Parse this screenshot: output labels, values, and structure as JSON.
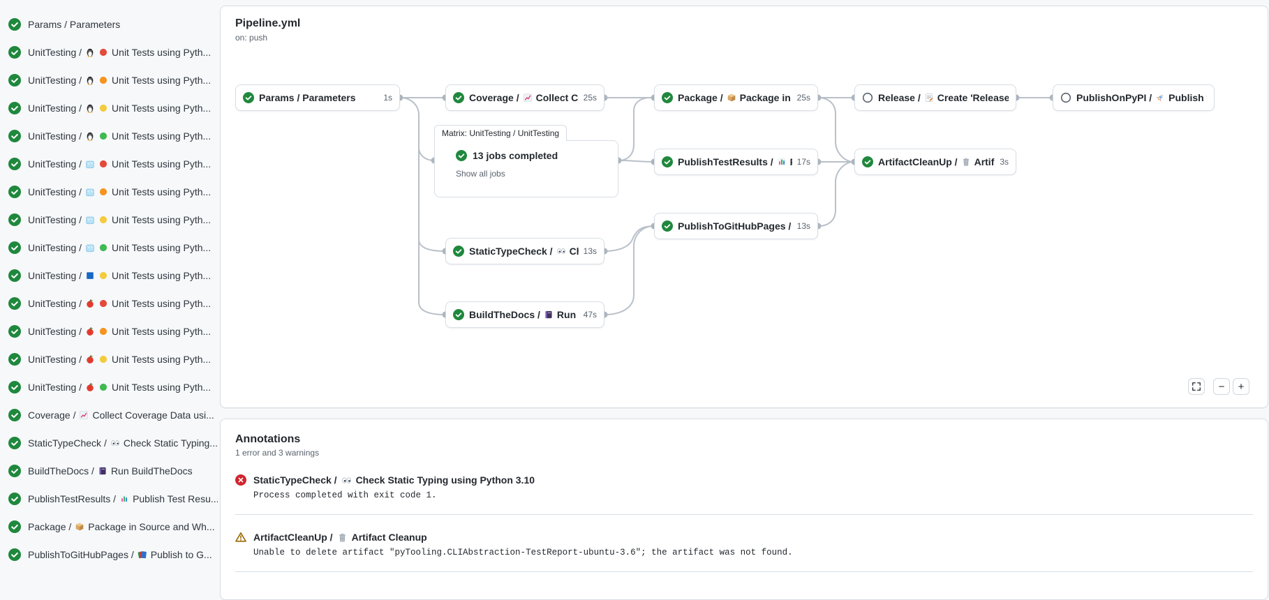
{
  "colors": {
    "success": "#1f883d",
    "skipped": "#59636e",
    "error": "#d1242f",
    "warning": "#9a6700",
    "edge": "#b9c0c9",
    "dot": "#aeb7c0",
    "red": "#e5493a",
    "orange": "#f7941d",
    "yellow": "#f4cb3b",
    "green": "#3fb950"
  },
  "sidebar": {
    "jobs": [
      {
        "before": "Params / Parameters",
        "icons": [],
        "after": ""
      },
      {
        "before": "UnitTesting /",
        "icons": [
          "penguin",
          "dot-red"
        ],
        "after": "Unit Tests using Pyth..."
      },
      {
        "before": "UnitTesting /",
        "icons": [
          "penguin",
          "dot-orange"
        ],
        "after": "Unit Tests using Pyth..."
      },
      {
        "before": "UnitTesting /",
        "icons": [
          "penguin",
          "dot-yellow"
        ],
        "after": "Unit Tests using Pyth..."
      },
      {
        "before": "UnitTesting /",
        "icons": [
          "penguin",
          "dot-green"
        ],
        "after": "Unit Tests using Pyth..."
      },
      {
        "before": "UnitTesting /",
        "icons": [
          "ice-cube",
          "dot-red"
        ],
        "after": "Unit Tests using Pyth..."
      },
      {
        "before": "UnitTesting /",
        "icons": [
          "ice-cube",
          "dot-orange"
        ],
        "after": "Unit Tests using Pyth..."
      },
      {
        "before": "UnitTesting /",
        "icons": [
          "ice-cube",
          "dot-yellow"
        ],
        "after": "Unit Tests using Pyth..."
      },
      {
        "before": "UnitTesting /",
        "icons": [
          "ice-cube",
          "dot-green"
        ],
        "after": "Unit Tests using Pyth..."
      },
      {
        "before": "UnitTesting /",
        "icons": [
          "windows",
          "dot-yellow"
        ],
        "after": "Unit Tests using Pyth..."
      },
      {
        "before": "UnitTesting /",
        "icons": [
          "apple",
          "dot-red"
        ],
        "after": "Unit Tests using Pyth..."
      },
      {
        "before": "UnitTesting /",
        "icons": [
          "apple",
          "dot-orange"
        ],
        "after": "Unit Tests using Pyth..."
      },
      {
        "before": "UnitTesting /",
        "icons": [
          "apple",
          "dot-yellow"
        ],
        "after": "Unit Tests using Pyth..."
      },
      {
        "before": "UnitTesting /",
        "icons": [
          "apple",
          "dot-green"
        ],
        "after": "Unit Tests using Pyth..."
      },
      {
        "before": "Coverage /",
        "icons": [
          "chart-increasing"
        ],
        "after": "Collect Coverage Data usi..."
      },
      {
        "before": "StaticTypeCheck /",
        "icons": [
          "eyes"
        ],
        "after": "Check Static Typing..."
      },
      {
        "before": "BuildTheDocs /",
        "icons": [
          "notebook"
        ],
        "after": "Run BuildTheDocs"
      },
      {
        "before": "PublishTestResults /",
        "icons": [
          "bar-chart"
        ],
        "after": "Publish Test Resu..."
      },
      {
        "before": "Package /",
        "icons": [
          "package"
        ],
        "after": "Package in Source and Wh..."
      },
      {
        "before": "PublishToGitHubPages /",
        "icons": [
          "books"
        ],
        "after": "Publish to G..."
      }
    ]
  },
  "pipeline": {
    "title": "Pipeline.yml",
    "trigger": "on: push",
    "matrix": {
      "tab": "Matrix: UnitTesting / UnitTesting",
      "summary": "13 jobs completed",
      "link": "Show all jobs"
    },
    "controls": {
      "zoom_out": "−",
      "zoom_in": "+"
    },
    "nodes": [
      {
        "id": "params",
        "status": "success",
        "before": "Params / Parameters",
        "icon": "",
        "after": "",
        "duration": "1s"
      },
      {
        "id": "coverage",
        "status": "success",
        "before": "Coverage /",
        "icon": "chart-increasing",
        "after": "Collect Cove...",
        "duration": "25s"
      },
      {
        "id": "package",
        "status": "success",
        "before": "Package /",
        "icon": "package",
        "after": "Package in So...",
        "duration": "25s"
      },
      {
        "id": "release",
        "status": "skipped",
        "before": "Release /",
        "icon": "memo",
        "after": "Create 'Release P...",
        "duration": ""
      },
      {
        "id": "publishonpypi",
        "status": "skipped",
        "before": "PublishOnPyPI /",
        "icon": "rocket",
        "after": "Publish to ...",
        "duration": ""
      },
      {
        "id": "publishtestresults",
        "status": "success",
        "before": "PublishTestResults /",
        "icon": "bar-chart",
        "after": "Pu...",
        "duration": "17s"
      },
      {
        "id": "artifactcleanup",
        "status": "success",
        "before": "ArtifactCleanUp /",
        "icon": "trash",
        "after": "Artifac...",
        "duration": "3s"
      },
      {
        "id": "publishtogithubpages",
        "status": "success",
        "before": "PublishToGitHubPages /",
        "icon": "books",
        "after": "...",
        "duration": "13s"
      },
      {
        "id": "statictypecheck",
        "status": "success",
        "before": "StaticTypeCheck /",
        "icon": "eyes",
        "after": "Chec...",
        "duration": "13s"
      },
      {
        "id": "buildthedocs",
        "status": "success",
        "before": "BuildTheDocs /",
        "icon": "notebook",
        "after": "Run Buil...",
        "duration": "47s"
      }
    ]
  },
  "annotations": {
    "title": "Annotations",
    "summary": "1 error and 3 warnings",
    "items": [
      {
        "level": "error",
        "job": "StaticTypeCheck /",
        "icon": "eyes",
        "title": "Check Static Typing using Python 3.10",
        "detail": "Process completed with exit code 1."
      },
      {
        "level": "warning",
        "job": "ArtifactCleanUp /",
        "icon": "trash",
        "title": "Artifact Cleanup",
        "detail": "Unable to delete artifact \"pyTooling.CLIAbstraction-TestReport-ubuntu-3.6\"; the artifact was not found."
      }
    ]
  }
}
